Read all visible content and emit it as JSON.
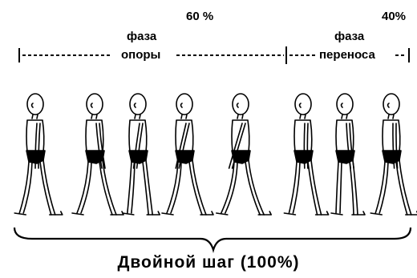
{
  "stance": {
    "percent": "60 %",
    "word1": "фаза",
    "word2": "опоры"
  },
  "swing": {
    "percent": "40%",
    "word1": "фаза",
    "word2": "переноса"
  },
  "caption": "Двойной шаг (100%)",
  "figures": [
    {
      "label": "walking figure 1",
      "arm_swing": 0.0,
      "leg_spread": 0.9
    },
    {
      "label": "walking figure 2",
      "arm_swing": 0.5,
      "leg_spread": 1.0
    },
    {
      "label": "walking figure 3",
      "arm_swing": -0.3,
      "leg_spread": 0.6
    },
    {
      "label": "walking figure 4",
      "arm_swing": -0.6,
      "leg_spread": 1.0
    },
    {
      "label": "walking figure 5",
      "arm_swing": -0.8,
      "leg_spread": 1.1
    },
    {
      "label": "walking figure 6",
      "arm_swing": 0.1,
      "leg_spread": 0.8
    },
    {
      "label": "walking figure 7",
      "arm_swing": 0.4,
      "leg_spread": 0.5
    },
    {
      "label": "walking figure 8",
      "arm_swing": 0.2,
      "leg_spread": 0.9
    }
  ]
}
